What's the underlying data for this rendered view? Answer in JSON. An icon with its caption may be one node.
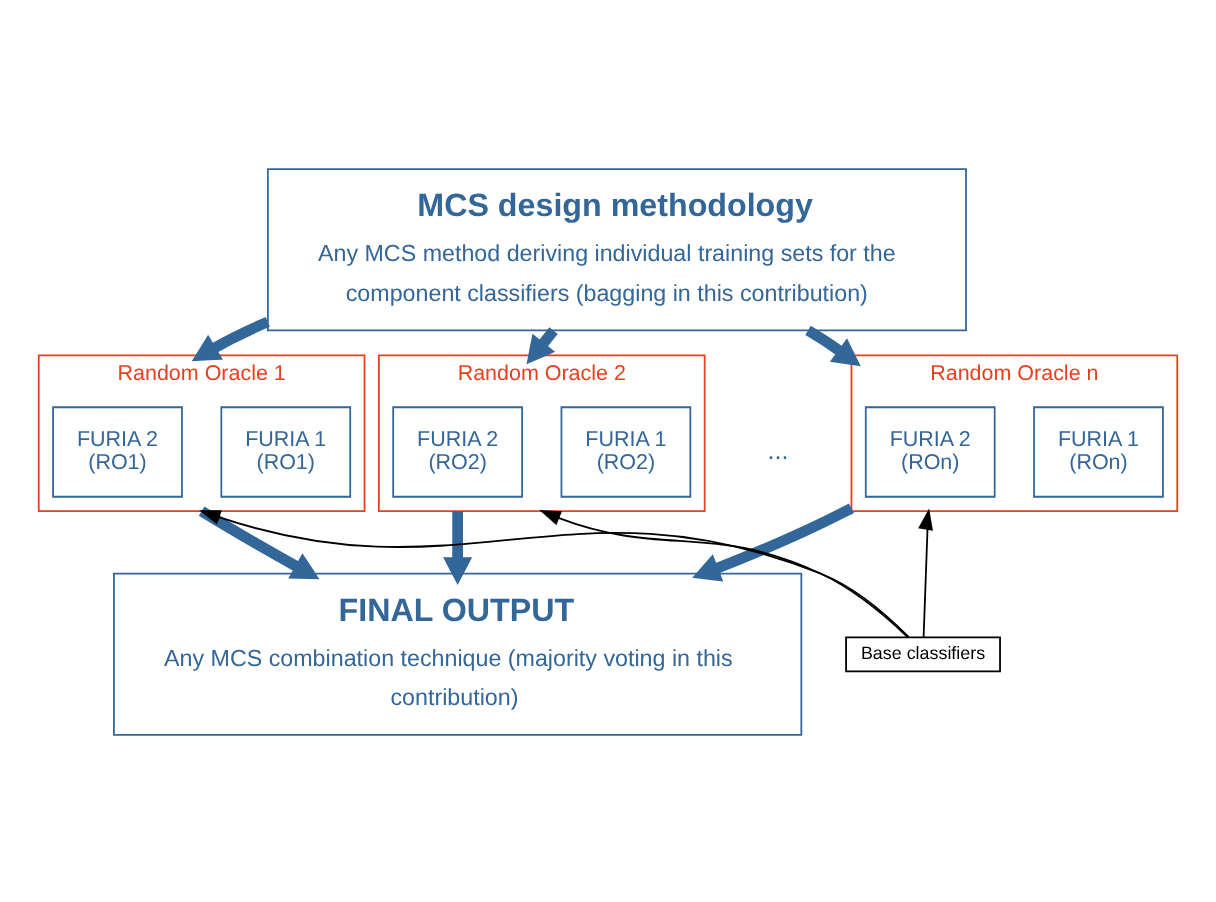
{
  "diagram": {
    "nodes": [
      {
        "text": [
          "MCS design methodology",
          "Any MCS method deriving individual training sets for the component classifiers (bagging in this contribution)"
        ]
      },
      {
        "text": [
          "Random Oracle 1"
        ]
      },
      {
        "text": [
          "FURIA 1 (RO1)"
        ],
        "in": 1
      },
      {
        "text": [
          "FURIA 2 (RO1)"
        ],
        "in": 1
      },
      {
        "text": [
          "Random Oracle 2"
        ]
      },
      {
        "text": [
          "FURIA 1 (RO2)"
        ],
        "in": 4
      },
      {
        "text": [
          "FURIA 2 (RO2)"
        ],
        "in": 4
      },
      {
        "text": [
          "Random Oracle n"
        ]
      },
      {
        "text": [
          "FURIA 1 (ROn)"
        ],
        "in": 7
      },
      {
        "text": [
          "FURIA 2 (ROn)"
        ],
        "in": 7
      },
      {
        "text": [
          "Base classifiers"
        ]
      },
      {
        "text": [
          "FINAL OUTPUT",
          "Any MCS combination technique (majority voting in this contribution)"
        ]
      }
    ],
    "edges": [
      {
        "from": 0,
        "to": 1,
        "arrow": "to"
      },
      {
        "from": 0,
        "to": 4,
        "arrow": "to"
      },
      {
        "from": 0,
        "to": 7,
        "arrow": "to"
      },
      {
        "from": 1,
        "to": 11,
        "arrow": "to"
      },
      {
        "from": 4,
        "to": 11,
        "arrow": "to"
      },
      {
        "from": 7,
        "to": 11,
        "arrow": "to"
      },
      {
        "from": 10,
        "to": 1,
        "arrow": "to",
        "color": "#000000"
      },
      {
        "from": 10,
        "to": 4,
        "arrow": "to",
        "color": "#000000"
      },
      {
        "from": 10,
        "to": 7,
        "arrow": "to",
        "color": "#000000"
      }
    ],
    "labels": [
      "..."
    ]
  }
}
